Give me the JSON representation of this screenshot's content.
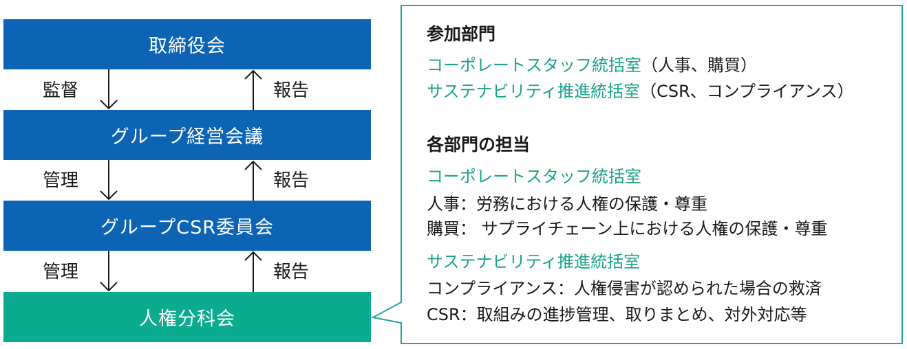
{
  "boxes": {
    "board": "取締役会",
    "management_meeting": "グループ経営会議",
    "csr_committee": "グループCSR委員会",
    "human_rights_subcommittee": "人権分科会"
  },
  "arrows": {
    "left_1": "監督",
    "right_1": "報告",
    "left_2": "管理",
    "right_2": "報告",
    "left_3": "管理",
    "right_3": "報告"
  },
  "panel": {
    "section1_title": "参加部門",
    "dept1_name": "コーポレートスタッフ統括室",
    "dept1_note": "（人事、購買）",
    "dept2_name": "サステナビリティ推進統括室",
    "dept2_note": "（CSR、コンプライアンス）",
    "section2_title": "各部門の担当",
    "corp_staff": "コーポレートスタッフ統括室",
    "hr_line": "人事：労務における人権の保護・尊重",
    "purchasing_line": "購買：  サプライチェーン上における人権の保護・尊重",
    "sustainability": "サステナビリティ推進統括室",
    "compliance_line": "コンプライアンス：人権侵害が認められた場合の救済",
    "csr_line": "CSR：取組みの進捗管理、取りまとめ、対外対応等"
  },
  "colors": {
    "blue": "#0d64b4",
    "green": "#0aab8e",
    "teal_text": "#1aa38a",
    "callout_border": "#1fa896"
  }
}
